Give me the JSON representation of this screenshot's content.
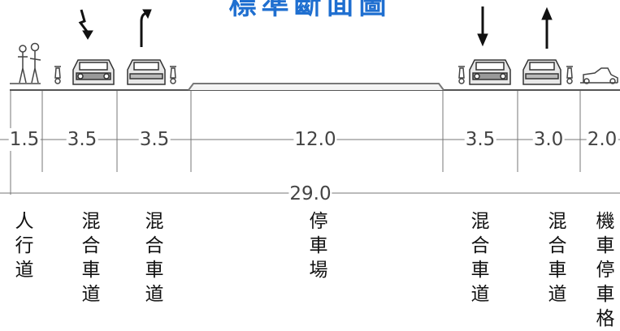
{
  "title": "標準斷面圖",
  "dimensions": [
    "1.5",
    "3.5",
    "3.5",
    "12.0",
    "3.5",
    "3.0",
    "2.0"
  ],
  "total_width": "29.0",
  "zone_labels": [
    "人行道",
    "混合車道",
    "混合車道",
    "停車場",
    "混合車道",
    "混合車道",
    "機車停車格"
  ],
  "arrows": [
    "turn-down-arrow-icon",
    "turn-right-up-arrow-icon",
    "down-arrow-icon",
    "up-arrow-icon"
  ],
  "colors": {
    "title": "#1f6fd0",
    "line": "#555555",
    "text": "#111111"
  }
}
